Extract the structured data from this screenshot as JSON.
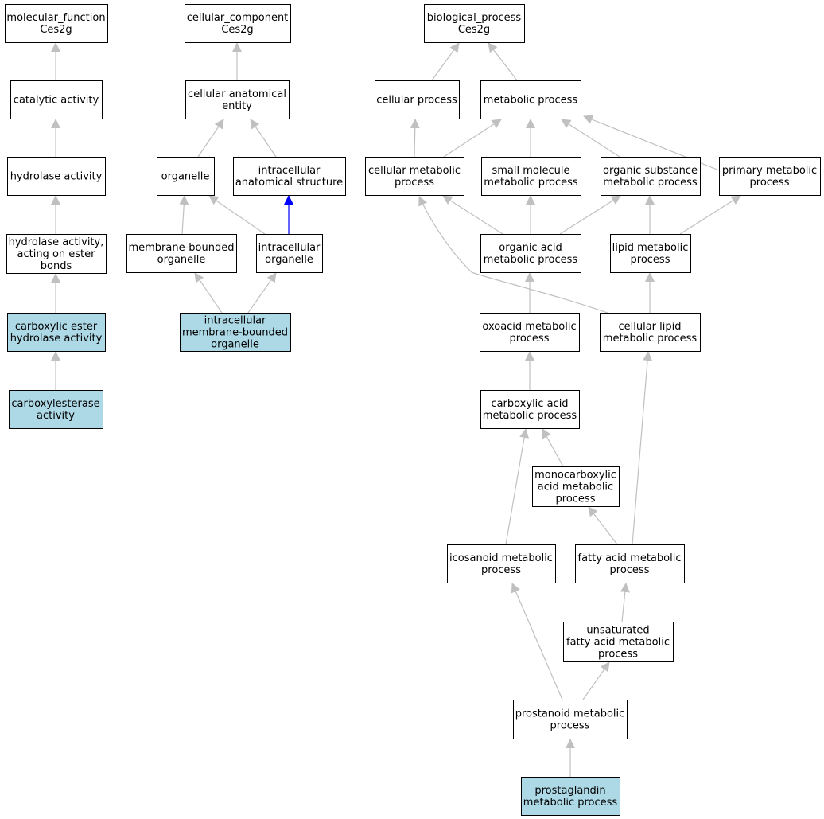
{
  "colors": {
    "node_fill": "#ffffff",
    "highlight_fill": "#add8e6",
    "edge": "#c0c0c0",
    "edge_part_of": "#0000ff"
  },
  "nodes": [
    {
      "id": "mf_root",
      "label": [
        "molecular_function",
        "Ces2g"
      ],
      "highlight": false
    },
    {
      "id": "catalytic",
      "label": [
        "catalytic activity"
      ],
      "highlight": false
    },
    {
      "id": "hydrolase",
      "label": [
        "hydrolase activity"
      ],
      "highlight": false
    },
    {
      "id": "hydrolase_ester",
      "label": [
        "hydrolase activity,",
        "acting on ester",
        "bonds"
      ],
      "highlight": false
    },
    {
      "id": "carbox_ester_hydrolase",
      "label": [
        "carboxylic ester",
        "hydrolase activity"
      ],
      "highlight": true
    },
    {
      "id": "carboxylesterase",
      "label": [
        "carboxylesterase",
        "activity"
      ],
      "highlight": true
    },
    {
      "id": "cc_root",
      "label": [
        "cellular_component",
        "Ces2g"
      ],
      "highlight": false
    },
    {
      "id": "cell_anat_entity",
      "label": [
        "cellular anatomical",
        "entity"
      ],
      "highlight": false
    },
    {
      "id": "organelle",
      "label": [
        "organelle"
      ],
      "highlight": false
    },
    {
      "id": "intracell_anat_struct",
      "label": [
        "intracellular",
        "anatomical structure"
      ],
      "highlight": false
    },
    {
      "id": "membrane_bounded_org",
      "label": [
        "membrane-bounded",
        "organelle"
      ],
      "highlight": false
    },
    {
      "id": "intracell_org",
      "label": [
        "intracellular",
        "organelle"
      ],
      "highlight": false
    },
    {
      "id": "intracell_mb_org",
      "label": [
        "intracellular",
        "membrane-bounded",
        "organelle"
      ],
      "highlight": true
    },
    {
      "id": "bp_root",
      "label": [
        "biological_process",
        "Ces2g"
      ],
      "highlight": false
    },
    {
      "id": "cellular_process",
      "label": [
        "cellular process"
      ],
      "highlight": false
    },
    {
      "id": "metabolic_process",
      "label": [
        "metabolic process"
      ],
      "highlight": false
    },
    {
      "id": "cell_metab",
      "label": [
        "cellular metabolic",
        "process"
      ],
      "highlight": false
    },
    {
      "id": "small_mol_metab",
      "label": [
        "small molecule",
        "metabolic process"
      ],
      "highlight": false
    },
    {
      "id": "org_subst_metab",
      "label": [
        "organic substance",
        "metabolic process"
      ],
      "highlight": false
    },
    {
      "id": "primary_metab",
      "label": [
        "primary metabolic",
        "process"
      ],
      "highlight": false
    },
    {
      "id": "org_acid_metab",
      "label": [
        "organic acid",
        "metabolic process"
      ],
      "highlight": false
    },
    {
      "id": "lipid_metab",
      "label": [
        "lipid metabolic",
        "process"
      ],
      "highlight": false
    },
    {
      "id": "oxoacid_metab",
      "label": [
        "oxoacid metabolic",
        "process"
      ],
      "highlight": false
    },
    {
      "id": "cell_lipid_metab",
      "label": [
        "cellular lipid",
        "metabolic process"
      ],
      "highlight": false
    },
    {
      "id": "carbox_acid_metab",
      "label": [
        "carboxylic acid",
        "metabolic process"
      ],
      "highlight": false
    },
    {
      "id": "monocarbox_metab",
      "label": [
        "monocarboxylic",
        "acid metabolic",
        "process"
      ],
      "highlight": false
    },
    {
      "id": "icosanoid_metab",
      "label": [
        "icosanoid metabolic",
        "process"
      ],
      "highlight": false
    },
    {
      "id": "fatty_acid_metab",
      "label": [
        "fatty acid metabolic",
        "process"
      ],
      "highlight": false
    },
    {
      "id": "unsat_fatty_acid_metab",
      "label": [
        "unsaturated",
        "fatty acid metabolic",
        "process"
      ],
      "highlight": false
    },
    {
      "id": "prostanoid_metab",
      "label": [
        "prostanoid metabolic",
        "process"
      ],
      "highlight": false
    },
    {
      "id": "prostaglandin_metab",
      "label": [
        "prostaglandin",
        "metabolic process"
      ],
      "highlight": true
    }
  ],
  "edges": [
    {
      "from": "catalytic",
      "to": "mf_root",
      "type": "is_a"
    },
    {
      "from": "hydrolase",
      "to": "catalytic",
      "type": "is_a"
    },
    {
      "from": "hydrolase_ester",
      "to": "hydrolase",
      "type": "is_a"
    },
    {
      "from": "carbox_ester_hydrolase",
      "to": "hydrolase_ester",
      "type": "is_a"
    },
    {
      "from": "carboxylesterase",
      "to": "carbox_ester_hydrolase",
      "type": "is_a"
    },
    {
      "from": "cell_anat_entity",
      "to": "cc_root",
      "type": "is_a"
    },
    {
      "from": "organelle",
      "to": "cell_anat_entity",
      "type": "is_a"
    },
    {
      "from": "intracell_anat_struct",
      "to": "cell_anat_entity",
      "type": "is_a"
    },
    {
      "from": "membrane_bounded_org",
      "to": "organelle",
      "type": "is_a"
    },
    {
      "from": "intracell_org",
      "to": "organelle",
      "type": "is_a"
    },
    {
      "from": "intracell_org",
      "to": "intracell_anat_struct",
      "type": "part_of"
    },
    {
      "from": "intracell_mb_org",
      "to": "membrane_bounded_org",
      "type": "is_a"
    },
    {
      "from": "intracell_mb_org",
      "to": "intracell_org",
      "type": "is_a"
    },
    {
      "from": "cellular_process",
      "to": "bp_root",
      "type": "is_a"
    },
    {
      "from": "metabolic_process",
      "to": "bp_root",
      "type": "is_a"
    },
    {
      "from": "cell_metab",
      "to": "cellular_process",
      "type": "is_a"
    },
    {
      "from": "cell_metab",
      "to": "metabolic_process",
      "type": "is_a"
    },
    {
      "from": "small_mol_metab",
      "to": "metabolic_process",
      "type": "is_a"
    },
    {
      "from": "org_subst_metab",
      "to": "metabolic_process",
      "type": "is_a"
    },
    {
      "from": "primary_metab",
      "to": "metabolic_process",
      "type": "is_a"
    },
    {
      "from": "org_acid_metab",
      "to": "cell_metab",
      "type": "is_a"
    },
    {
      "from": "org_acid_metab",
      "to": "small_mol_metab",
      "type": "is_a"
    },
    {
      "from": "org_acid_metab",
      "to": "org_subst_metab",
      "type": "is_a"
    },
    {
      "from": "lipid_metab",
      "to": "org_subst_metab",
      "type": "is_a"
    },
    {
      "from": "lipid_metab",
      "to": "primary_metab",
      "type": "is_a"
    },
    {
      "from": "oxoacid_metab",
      "to": "org_acid_metab",
      "type": "is_a"
    },
    {
      "from": "cell_lipid_metab",
      "to": "cell_metab",
      "type": "is_a"
    },
    {
      "from": "cell_lipid_metab",
      "to": "lipid_metab",
      "type": "is_a"
    },
    {
      "from": "carbox_acid_metab",
      "to": "oxoacid_metab",
      "type": "is_a"
    },
    {
      "from": "monocarbox_metab",
      "to": "carbox_acid_metab",
      "type": "is_a"
    },
    {
      "from": "icosanoid_metab",
      "to": "carbox_acid_metab",
      "type": "is_a"
    },
    {
      "from": "fatty_acid_metab",
      "to": "monocarbox_metab",
      "type": "is_a"
    },
    {
      "from": "fatty_acid_metab",
      "to": "cell_lipid_metab",
      "type": "is_a"
    },
    {
      "from": "unsat_fatty_acid_metab",
      "to": "fatty_acid_metab",
      "type": "is_a"
    },
    {
      "from": "prostanoid_metab",
      "to": "icosanoid_metab",
      "type": "is_a"
    },
    {
      "from": "prostanoid_metab",
      "to": "unsat_fatty_acid_metab",
      "type": "is_a"
    },
    {
      "from": "prostaglandin_metab",
      "to": "prostanoid_metab",
      "type": "is_a"
    }
  ]
}
